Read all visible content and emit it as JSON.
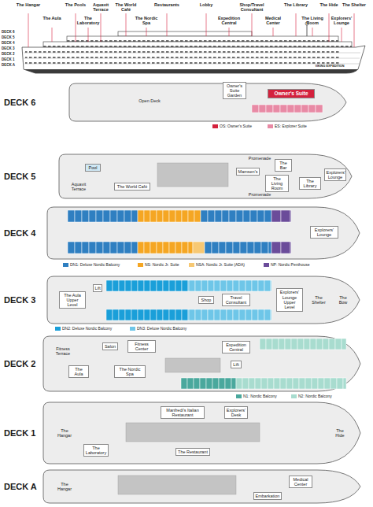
{
  "diagram": {
    "nodes": [
      {
        "text": [
          "DECK 6"
        ]
      },
      {
        "text": [
          "Open Deck"
        ],
        "in": 0
      },
      {
        "text": [
          "Owner's Suite Garden"
        ],
        "in": 0
      },
      {
        "text": [
          "Owner's Suite"
        ],
        "in": 0
      },
      {
        "text": [
          "DECK 5"
        ]
      },
      {
        "text": [
          "Pool"
        ],
        "in": 4
      },
      {
        "text": [
          "Aquavit Terrace"
        ],
        "in": 4
      },
      {
        "text": [
          "The World Café"
        ],
        "in": 4
      },
      {
        "text": [
          "Promenade"
        ],
        "in": 4
      },
      {
        "text": [
          "Promenade"
        ],
        "in": 4
      },
      {
        "text": [
          "Mamsen's"
        ],
        "in": 4
      },
      {
        "text": [
          "The Bar"
        ],
        "in": 4
      },
      {
        "text": [
          "The Living Room"
        ],
        "in": 4
      },
      {
        "text": [
          "The Library"
        ],
        "in": 4
      },
      {
        "text": [
          "Explorers' Lounge"
        ],
        "in": 4
      },
      {
        "text": [
          "DECK 4"
        ]
      },
      {
        "text": [
          "Explorers' Lounge"
        ],
        "in": 15
      },
      {
        "text": [
          "DECK 3"
        ]
      },
      {
        "text": [
          "The Aula Upper Level"
        ],
        "in": 17
      },
      {
        "text": [
          "Lift"
        ],
        "in": 17
      },
      {
        "text": [
          "Shop"
        ],
        "in": 17
      },
      {
        "text": [
          "Travel Consultant"
        ],
        "in": 17
      },
      {
        "text": [
          "Explorers' Lounge Upper Level"
        ],
        "in": 17
      },
      {
        "text": [
          "The Shelter"
        ],
        "in": 17
      },
      {
        "text": [
          "The Bow"
        ],
        "in": 17
      },
      {
        "text": [
          "DECK 2"
        ]
      },
      {
        "text": [
          "Fitness Terrace"
        ],
        "in": 25
      },
      {
        "text": [
          "The Aula"
        ],
        "in": 25
      },
      {
        "text": [
          "Salon"
        ],
        "in": 25
      },
      {
        "text": [
          "Fitness Center"
        ],
        "in": 25
      },
      {
        "text": [
          "The Nordic Spa"
        ],
        "in": 25
      },
      {
        "text": [
          "Expedition Central"
        ],
        "in": 25
      },
      {
        "text": [
          "Lift"
        ],
        "in": 25
      },
      {
        "text": [
          "DECK 1"
        ]
      },
      {
        "text": [
          "The Hangar"
        ],
        "in": 33
      },
      {
        "text": [
          "The Laboratory"
        ],
        "in": 33
      },
      {
        "text": [
          "Manfredi's Italian Restaurant"
        ],
        "in": 33
      },
      {
        "text": [
          "Explorers' Desk"
        ],
        "in": 33
      },
      {
        "text": [
          "The Restaurant"
        ],
        "in": 33
      },
      {
        "text": [
          "The Hide"
        ],
        "in": 33
      },
      {
        "text": [
          "DECK A"
        ]
      },
      {
        "text": [
          "The Hangar"
        ],
        "in": 40
      },
      {
        "text": [
          "Embarkation"
        ],
        "in": 40
      },
      {
        "text": [
          "Medical Center"
        ],
        "in": 40
      }
    ],
    "labels": [
      "The Hangar",
      "The Pools",
      "Aquavit Terrace",
      "The World Café",
      "Restaurants",
      "Lobby",
      "Shop/Travel Consultant",
      "The Library",
      "The Hide",
      "The Shelter",
      "The Aula",
      "The Laboratory",
      "The Nordic Spa",
      "Expedition Central",
      "Medical Center",
      "The Living Room",
      "Explorers' Lounge",
      "DECK 6",
      "DECK 5",
      "DECK 4",
      "DECK 3",
      "DECK 2",
      "DECK 1",
      "DECK A",
      "VIKING EXPEDITION"
    ],
    "legend": [
      {
        "text": "OS: Owner's Suite",
        "color": "#d4213d"
      },
      {
        "text": "ES: Explorer Suite",
        "color": "#e88aa5"
      },
      {
        "text": "DN1: Deluxe Nordic Balcony",
        "color": "#2f7fc1"
      },
      {
        "text": "NS: Nordic Jr. Suite",
        "color": "#f5a623"
      },
      {
        "text": "NSA: Nordic Jr. Suite (ADA)",
        "color": "#f7c873"
      },
      {
        "text": "NP: Nordic Penthouse",
        "color": "#6b4c9a"
      },
      {
        "text": "DN2: Deluxe Nordic Balcony",
        "color": "#1a9fd9"
      },
      {
        "text": "DN3: Deluxe Nordic Balcony",
        "color": "#6ec6e8"
      },
      {
        "text": "N1: Nordic Balcony",
        "color": "#4aa89d"
      },
      {
        "text": "N2: Nordic Balcony",
        "color": "#a8dccf"
      }
    ]
  }
}
